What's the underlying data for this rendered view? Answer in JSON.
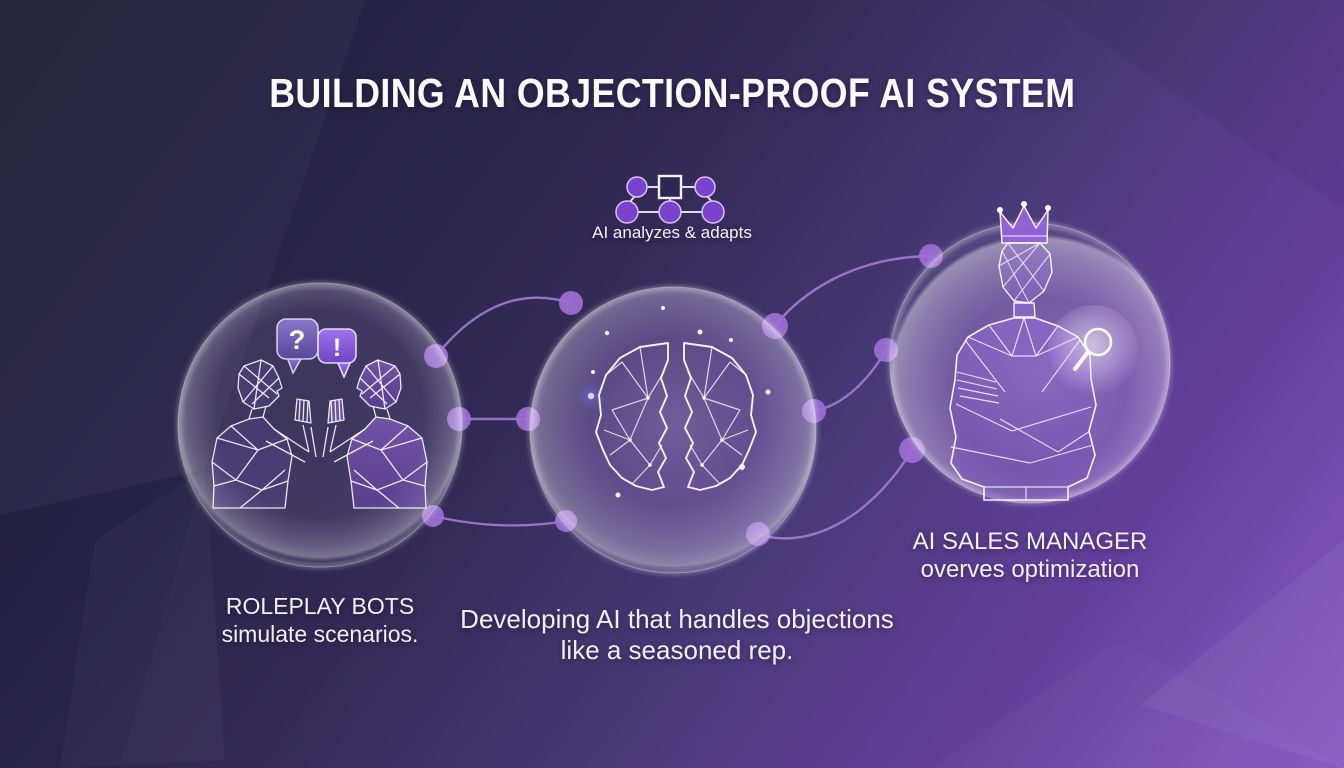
{
  "title": "BUILDING AN OBJECTION-PROOF AI SYSTEM",
  "process": {
    "caption": "AI analyzes & adapts"
  },
  "stages": {
    "roleplay": {
      "line1": "ROLEPLAY BOTS",
      "line2": "simulate scenarios.",
      "bubble_question": "?",
      "bubble_exclamation": "!"
    },
    "brain": {
      "line1": "Developing AI that handles objections",
      "line2": "like a seasoned rep."
    },
    "manager": {
      "line1": "AI SALES MANAGER",
      "line2": "overves optimization"
    }
  },
  "icons": {
    "flowchart": "flowchart-icon",
    "question_bubble": "question-speech-bubble-icon",
    "exclamation_bubble": "exclamation-speech-bubble-icon",
    "brain": "brain-wireframe-icon",
    "crown": "crown-icon",
    "magnifier": "magnifier-icon",
    "roleplay_figures": "talking-figures-icon",
    "manager_figure": "crossed-arms-figure-icon"
  },
  "colors": {
    "bg_dark": "#201e36",
    "bg_purple": "#7d52b8",
    "connector_line": "#a87fd9",
    "connector_dot": "#9c6fd3",
    "bubble_question_fill": "#6f5cb0",
    "bubble_exclamation_fill": "#8a5ede",
    "wireframe": "#ffffff",
    "text": "#f2eff8"
  }
}
